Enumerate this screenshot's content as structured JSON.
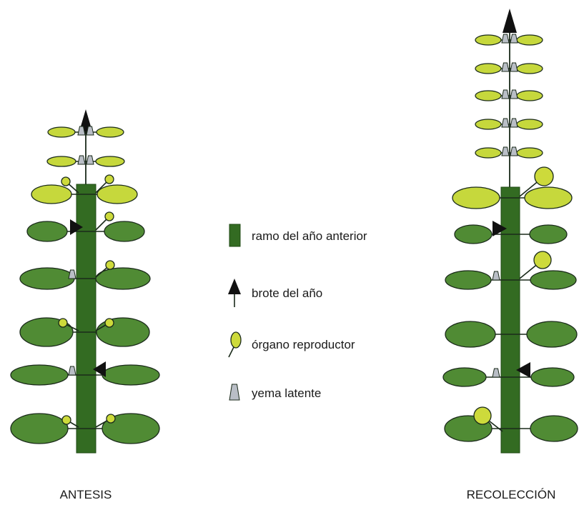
{
  "legend": {
    "items": [
      {
        "key": "previous_branch",
        "label": "ramo del año anterior",
        "icon": "dark-green-bar-icon"
      },
      {
        "key": "shoot",
        "label": "brote del año",
        "icon": "black-arrow-icon"
      },
      {
        "key": "reproductive",
        "label": "órgano reproductor",
        "icon": "yellow-oval-on-stalk-icon"
      },
      {
        "key": "latent_bud",
        "label": "yema latente",
        "icon": "gray-trapezoid-icon"
      }
    ]
  },
  "plants": [
    {
      "key": "antesis",
      "caption": "ANTESIS"
    },
    {
      "key": "recoleccion",
      "caption": "RECOLECCIÓN"
    }
  ],
  "colors": {
    "stem": "#336b22",
    "leaf_dark": "#508b34",
    "leaf_yellow": "#c6d83c",
    "organ": "#cdda3b",
    "bud": "#b9bec6",
    "line": "#1a2a1a",
    "arrow": "#111111"
  }
}
